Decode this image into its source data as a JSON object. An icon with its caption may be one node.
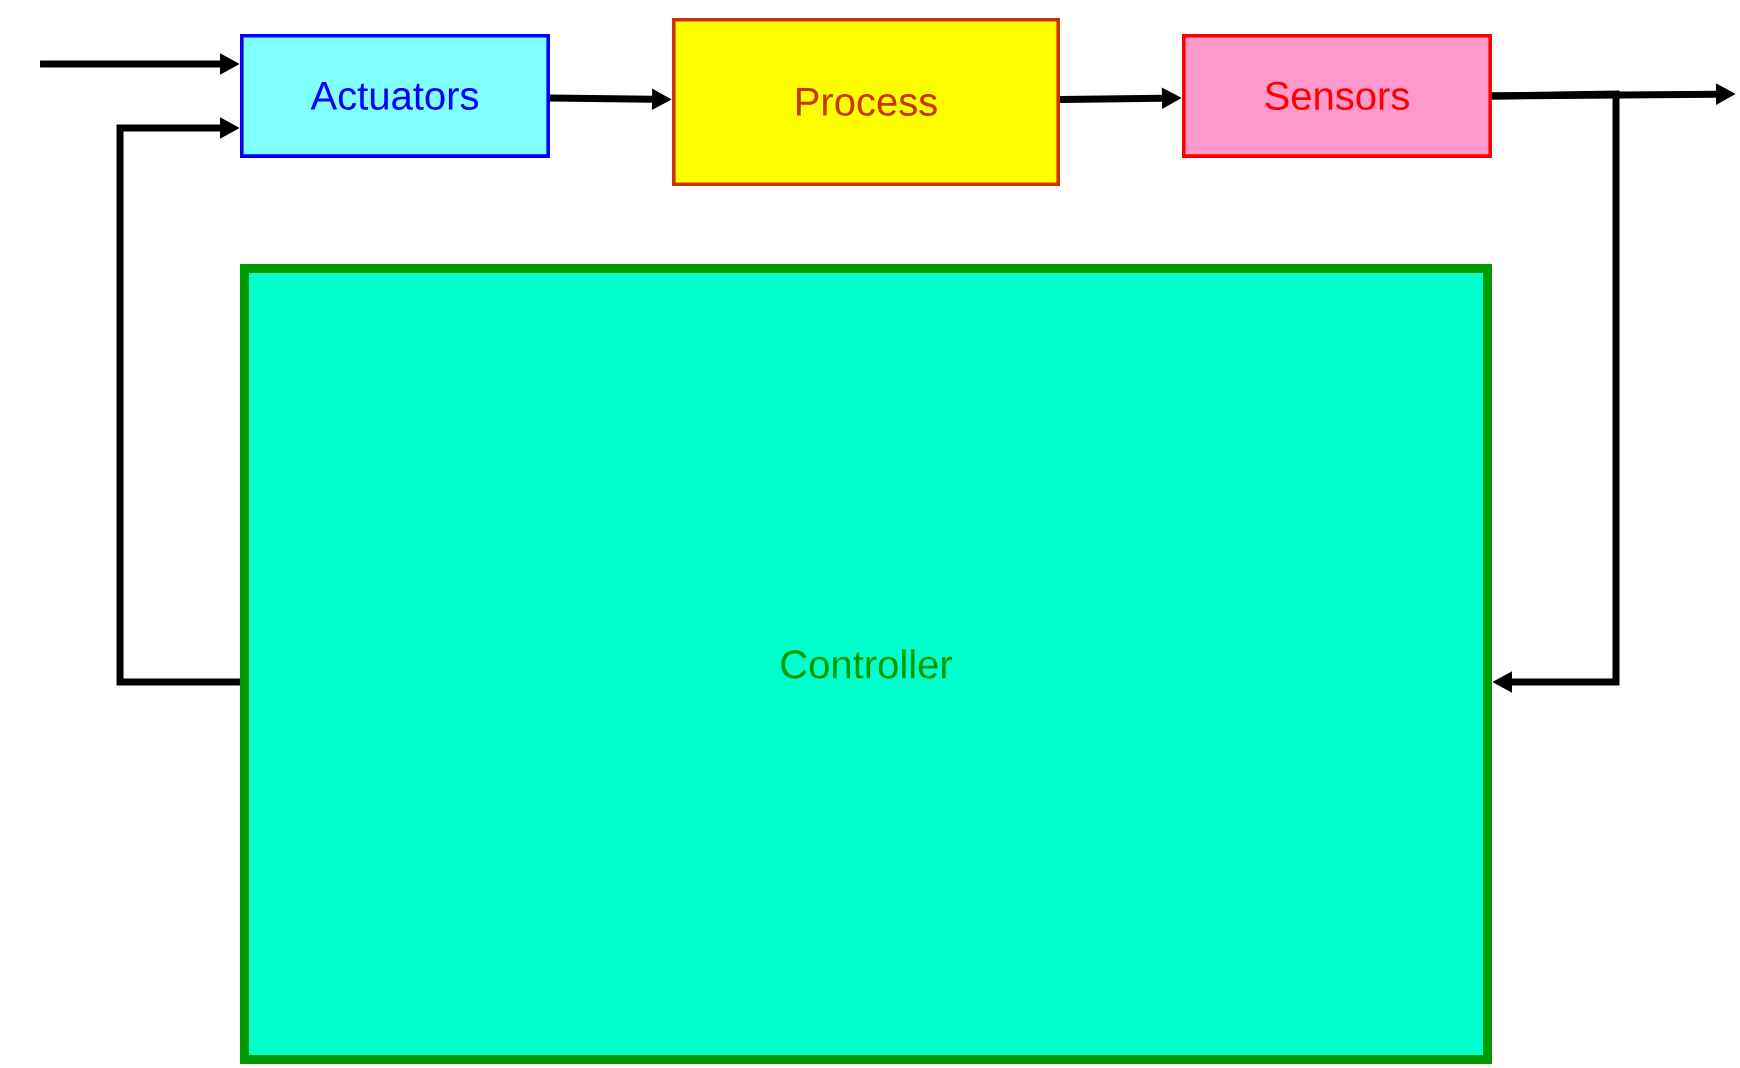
{
  "diagram": {
    "nodes": [
      {
        "text": [
          "Actuators"
        ]
      },
      {
        "text": [
          "Process"
        ]
      },
      {
        "text": [
          "Sensors"
        ]
      },
      {
        "text": [
          "Controller"
        ]
      }
    ],
    "edges": [
      {
        "from": null,
        "to": 0,
        "arrow": "to"
      },
      {
        "from": 0,
        "to": 1,
        "arrow": "to"
      },
      {
        "from": 1,
        "to": 2,
        "arrow": "to"
      },
      {
        "from": 2,
        "to": null,
        "arrow": "to"
      },
      {
        "from": 2,
        "to": 3,
        "arrow": "to"
      },
      {
        "from": 3,
        "to": 0,
        "arrow": "to"
      }
    ]
  }
}
